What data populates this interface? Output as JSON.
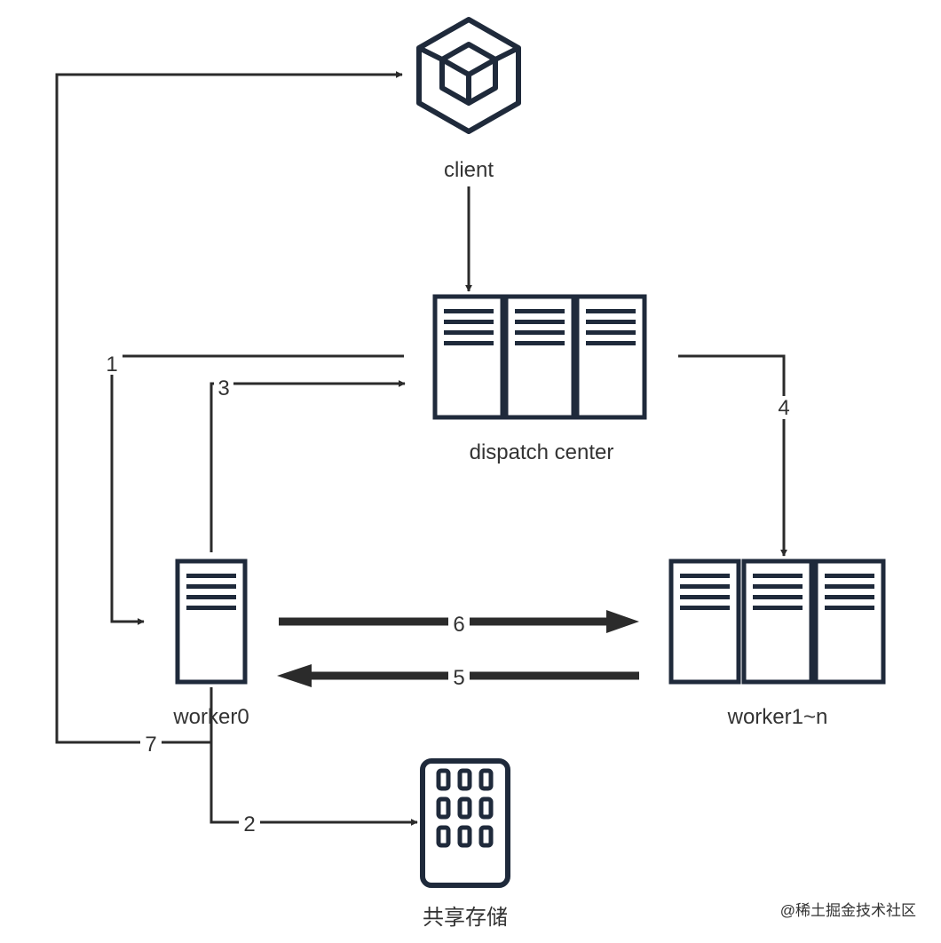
{
  "nodes": {
    "client": {
      "label": "client",
      "icon": "cube-icon"
    },
    "dispatch": {
      "label": "dispatch center",
      "icon": "server-rack-icon"
    },
    "worker0": {
      "label": "worker0",
      "icon": "server-icon"
    },
    "workers": {
      "label": "worker1~n",
      "icon": "server-rack-icon"
    },
    "storage": {
      "label": "共享存储",
      "icon": "storage-building-icon"
    }
  },
  "edges": {
    "e1": "1",
    "e2": "2",
    "e3": "3",
    "e4": "4",
    "e5": "5",
    "e6": "6",
    "e7": "7"
  },
  "watermark": "@稀土掘金技术社区",
  "colors": {
    "ink": "#1f2a3b",
    "line": "#2b2b2b",
    "text": "#333333",
    "background": "#ffffff"
  }
}
